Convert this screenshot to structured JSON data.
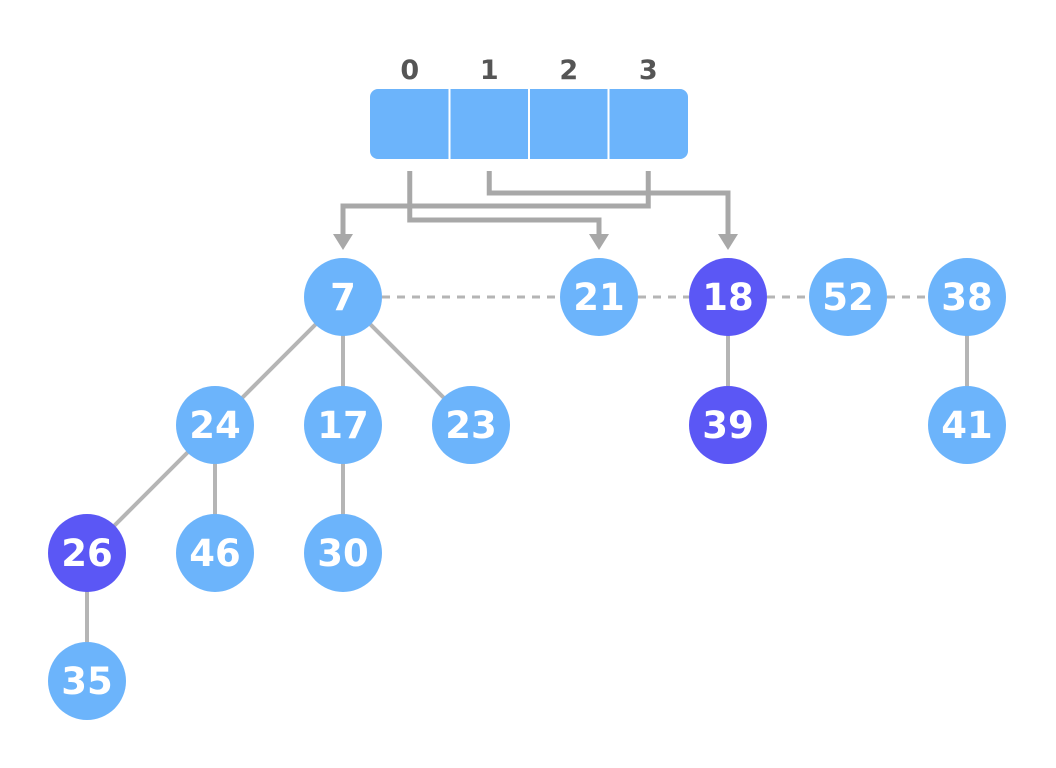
{
  "array": {
    "indices": [
      "0",
      "1",
      "2",
      "3"
    ],
    "cell_color": "#6cb4fb"
  },
  "colors": {
    "node_default": "#6cb4fb",
    "node_marked": "#5b57f5",
    "edge": "#b5b5b5",
    "label": "#ffffff",
    "index_text": "#555555"
  },
  "nodes": [
    {
      "id": "n7",
      "label": "7",
      "marked": false
    },
    {
      "id": "n21",
      "label": "21",
      "marked": false
    },
    {
      "id": "n18",
      "label": "18",
      "marked": true
    },
    {
      "id": "n52",
      "label": "52",
      "marked": false
    },
    {
      "id": "n38",
      "label": "38",
      "marked": false
    },
    {
      "id": "n24",
      "label": "24",
      "marked": false
    },
    {
      "id": "n17",
      "label": "17",
      "marked": false
    },
    {
      "id": "n23",
      "label": "23",
      "marked": false
    },
    {
      "id": "n39",
      "label": "39",
      "marked": true
    },
    {
      "id": "n41",
      "label": "41",
      "marked": false
    },
    {
      "id": "n26",
      "label": "26",
      "marked": true
    },
    {
      "id": "n46",
      "label": "46",
      "marked": false
    },
    {
      "id": "n30",
      "label": "30",
      "marked": false
    },
    {
      "id": "n35",
      "label": "35",
      "marked": false
    }
  ],
  "edges": [
    {
      "from": "n7",
      "to": "n24"
    },
    {
      "from": "n7",
      "to": "n17"
    },
    {
      "from": "n7",
      "to": "n23"
    },
    {
      "from": "n24",
      "to": "n26"
    },
    {
      "from": "n24",
      "to": "n46"
    },
    {
      "from": "n17",
      "to": "n30"
    },
    {
      "from": "n26",
      "to": "n35"
    },
    {
      "from": "n18",
      "to": "n39"
    },
    {
      "from": "n38",
      "to": "n41"
    }
  ],
  "root_list": [
    "n7",
    "n21",
    "n18",
    "n52",
    "n38"
  ],
  "pointers": [
    {
      "index": 0,
      "target": "n21"
    },
    {
      "index": 1,
      "target": "n18"
    },
    {
      "index": 3,
      "target": "n7"
    }
  ]
}
